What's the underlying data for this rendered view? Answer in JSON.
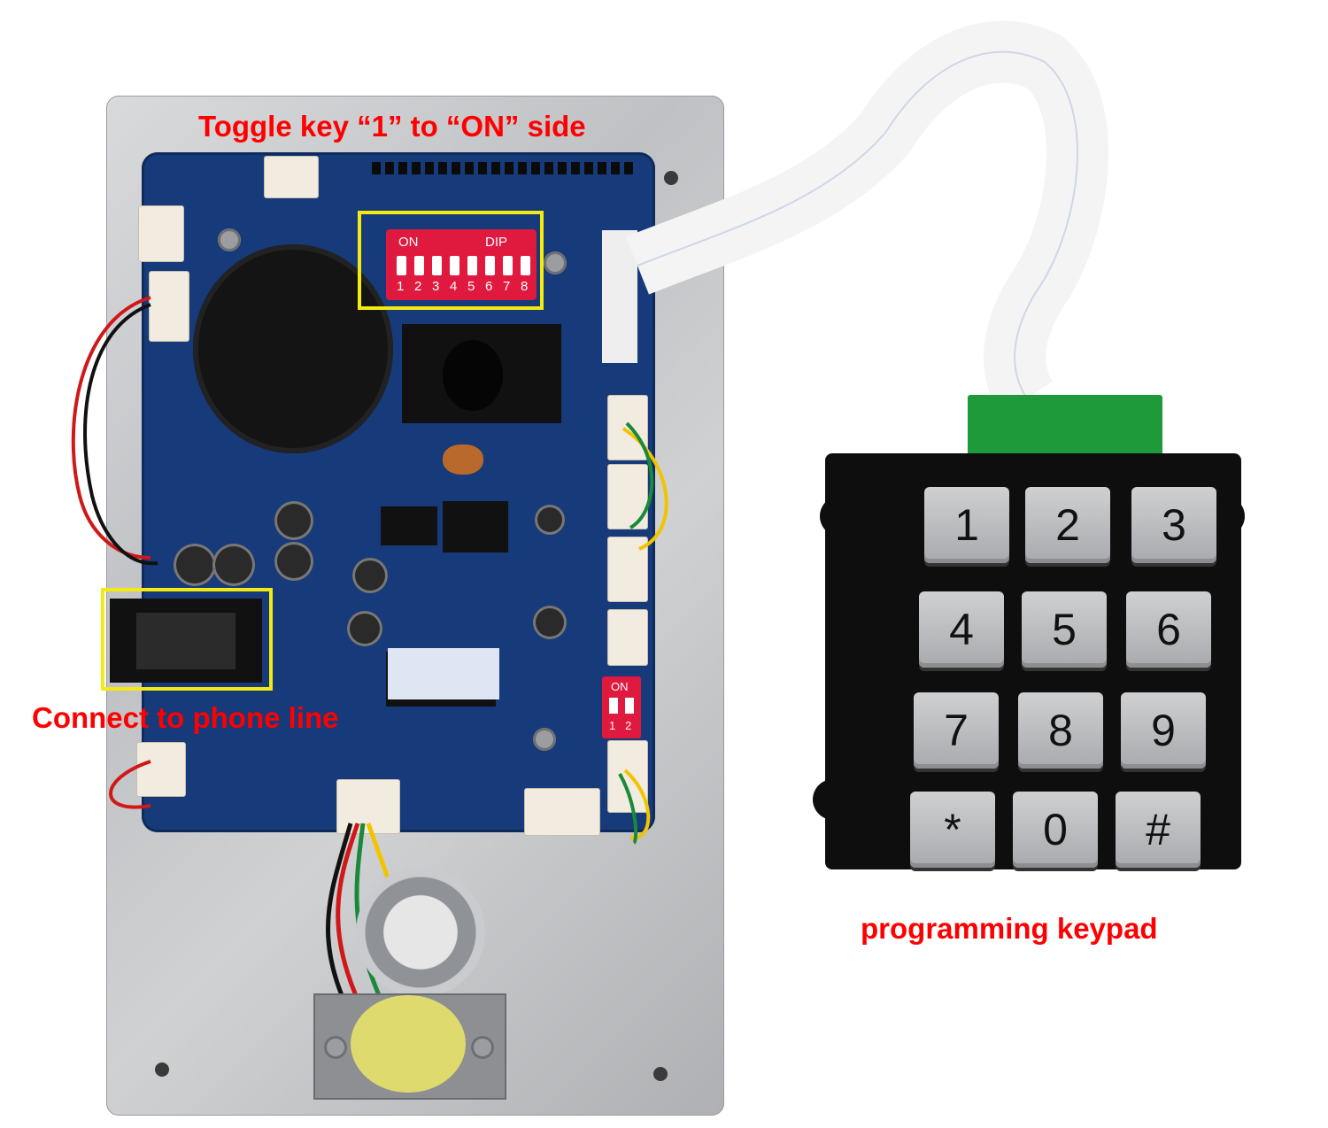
{
  "labels": {
    "toggle_instruction": "Toggle key “1” to “ON” side",
    "phone_line": "Connect to phone line",
    "keypad_caption": "programming keypad"
  },
  "dip_switch": {
    "on_text": "ON",
    "dip_text": "DIP",
    "numbers": [
      "1",
      "2",
      "3",
      "4",
      "5",
      "6",
      "7",
      "8"
    ]
  },
  "small_switch": {
    "on_text": "ON",
    "numbers": [
      "1",
      "2"
    ]
  },
  "keypad": {
    "keys": [
      "1",
      "2",
      "3",
      "4",
      "5",
      "6",
      "7",
      "8",
      "9",
      "*",
      "0",
      "#"
    ]
  },
  "colors": {
    "annotation": "#ff0000",
    "highlight": "#f2ea10",
    "pcb": "#163a7a"
  }
}
